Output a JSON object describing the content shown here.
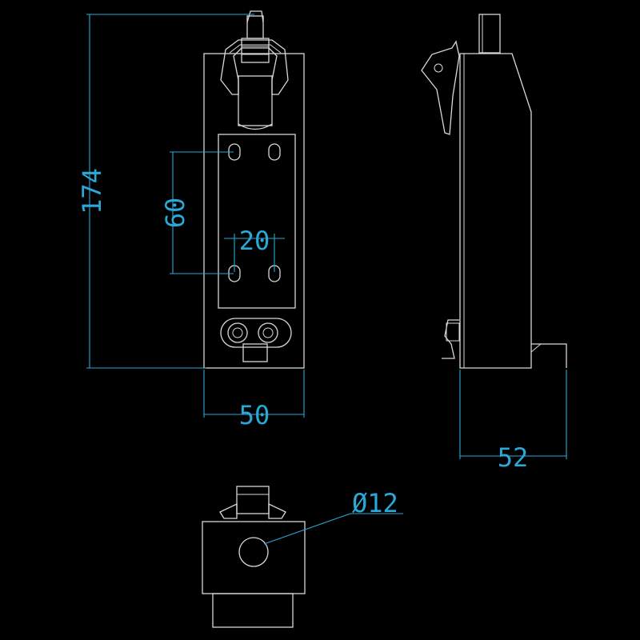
{
  "drawing": {
    "views": [
      "front-view",
      "side-view",
      "top-view"
    ],
    "dimensions": {
      "overall_height": "174",
      "hole_vertical_spacing": "60",
      "hole_horizontal_spacing": "20",
      "front_width": "50",
      "side_depth": "52",
      "hole_diameter": "Ø12"
    }
  },
  "colors": {
    "background": "#000000",
    "outline": "#d8d8d8",
    "dimension": "#29a9d8"
  }
}
